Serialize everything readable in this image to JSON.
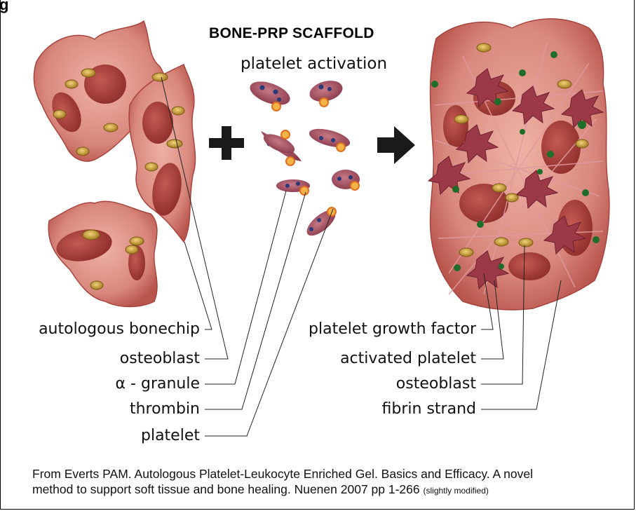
{
  "figure_tag": "g",
  "title": "BONE-PRP SCAFFOLD",
  "subtitle": "platelet activation",
  "left_labels": [
    "autologous bonechip",
    "osteoblast",
    "α - granule",
    "thrombin",
    "platelet"
  ],
  "right_labels": [
    "platelet growth factor",
    "activated platelet",
    "osteoblast",
    "fibrin strand"
  ],
  "caption_line1": "From Everts PAM. Autologous Platelet-Leukocyte Enriched Gel. Basics and Efficacy. A novel",
  "caption_line2": "method to support soft tissue and bone healing. Nuenen 2007 pp 1-266 ",
  "caption_note": "(slightly modified)",
  "colors": {
    "bone": "#d9887e",
    "bone_dark": "#a8443e",
    "osteoblast": "#c9a040",
    "granule": "#2a3a78",
    "thrombin": "#e07020",
    "growth_factor": "#1e6e2a",
    "fibrin": "#e09aa0",
    "platelet_active": "#9b3a46"
  }
}
